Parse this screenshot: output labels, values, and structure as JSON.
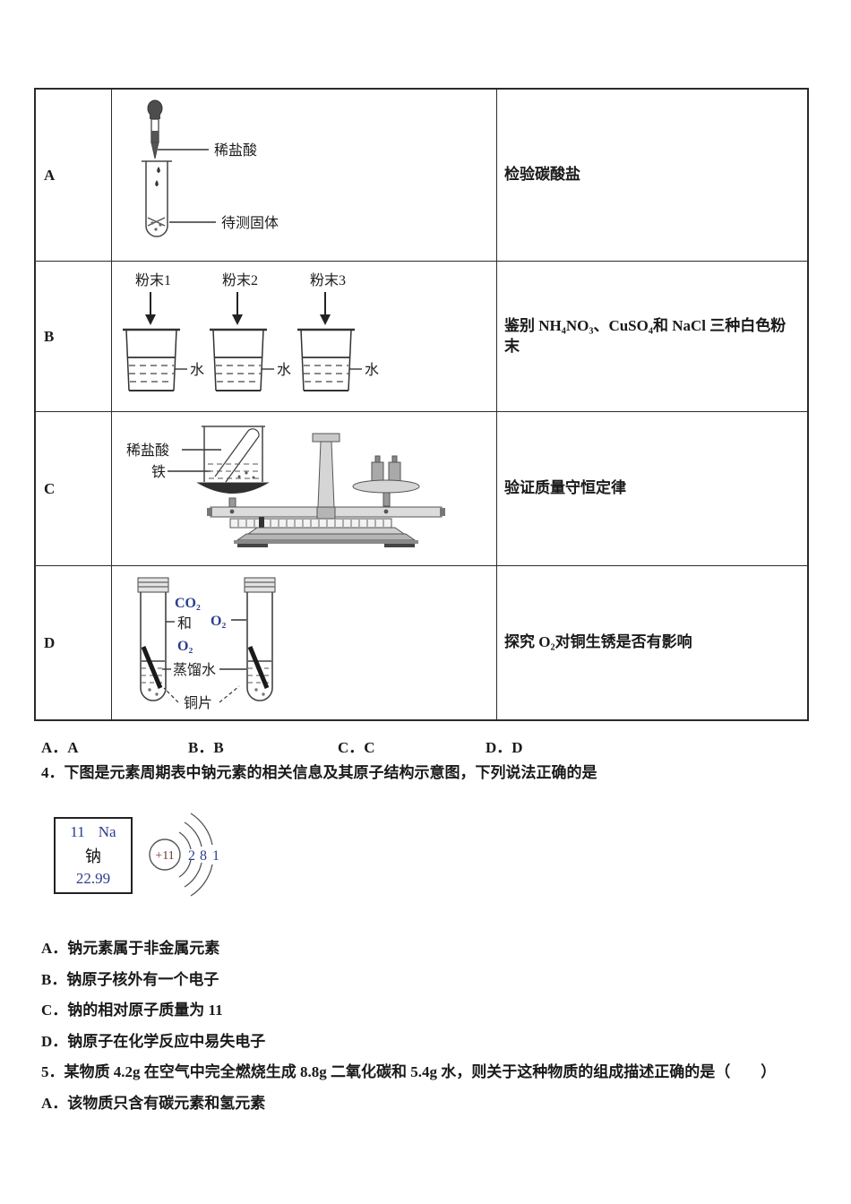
{
  "table": {
    "rows": [
      {
        "label": "A",
        "purpose": "检验碳酸盐",
        "labels": {
          "dropper": "稀盐酸",
          "solid": "待测固体"
        }
      },
      {
        "label": "B",
        "purpose": "鉴别 NH₄NO₃、CuSO₄和 NaCl 三种白色粉末",
        "labels": {
          "p1": "粉末1",
          "p2": "粉末2",
          "p3": "粉末3",
          "water": "水"
        }
      },
      {
        "label": "C",
        "purpose": "验证质量守恒定律",
        "labels": {
          "acid": "稀盐酸",
          "iron": "铁"
        }
      },
      {
        "label": "D",
        "purpose": "探究 O₂对铜生锈是否有影响",
        "labels": {
          "gas1": "CO₂",
          "gas2": "和",
          "gas3": "O₂",
          "gas_right": "O₂",
          "water": "蒸馏水",
          "copper": "铜片"
        }
      }
    ]
  },
  "answers": {
    "a": "A．A",
    "b": "B．B",
    "c": "C．C",
    "d": "D．D"
  },
  "q4": {
    "stem": "4．下图是元素周期表中钠元素的相关信息及其原子结构示意图，下列说法正确的是",
    "element_box": {
      "number": "11",
      "symbol": "Na",
      "name": "钠",
      "mass": "22.99"
    },
    "atom": {
      "nucleus": "+11",
      "shells": [
        "2",
        "8",
        "1"
      ]
    },
    "options": [
      "A．钠元素属于非金属元素",
      "B．钠原子核外有一个电子",
      "C．钠的相对原子质量为 11",
      "D．钠原子在化学反应中易失电子"
    ]
  },
  "q5": {
    "stem": "5．某物质 4.2g 在空气中完全燃烧生成 8.8g 二氧化碳和 5.4g 水，则关于这种物质的组成描述正确的是（　　）",
    "option_a": "A．该物质只含有碳元素和氢元素"
  }
}
